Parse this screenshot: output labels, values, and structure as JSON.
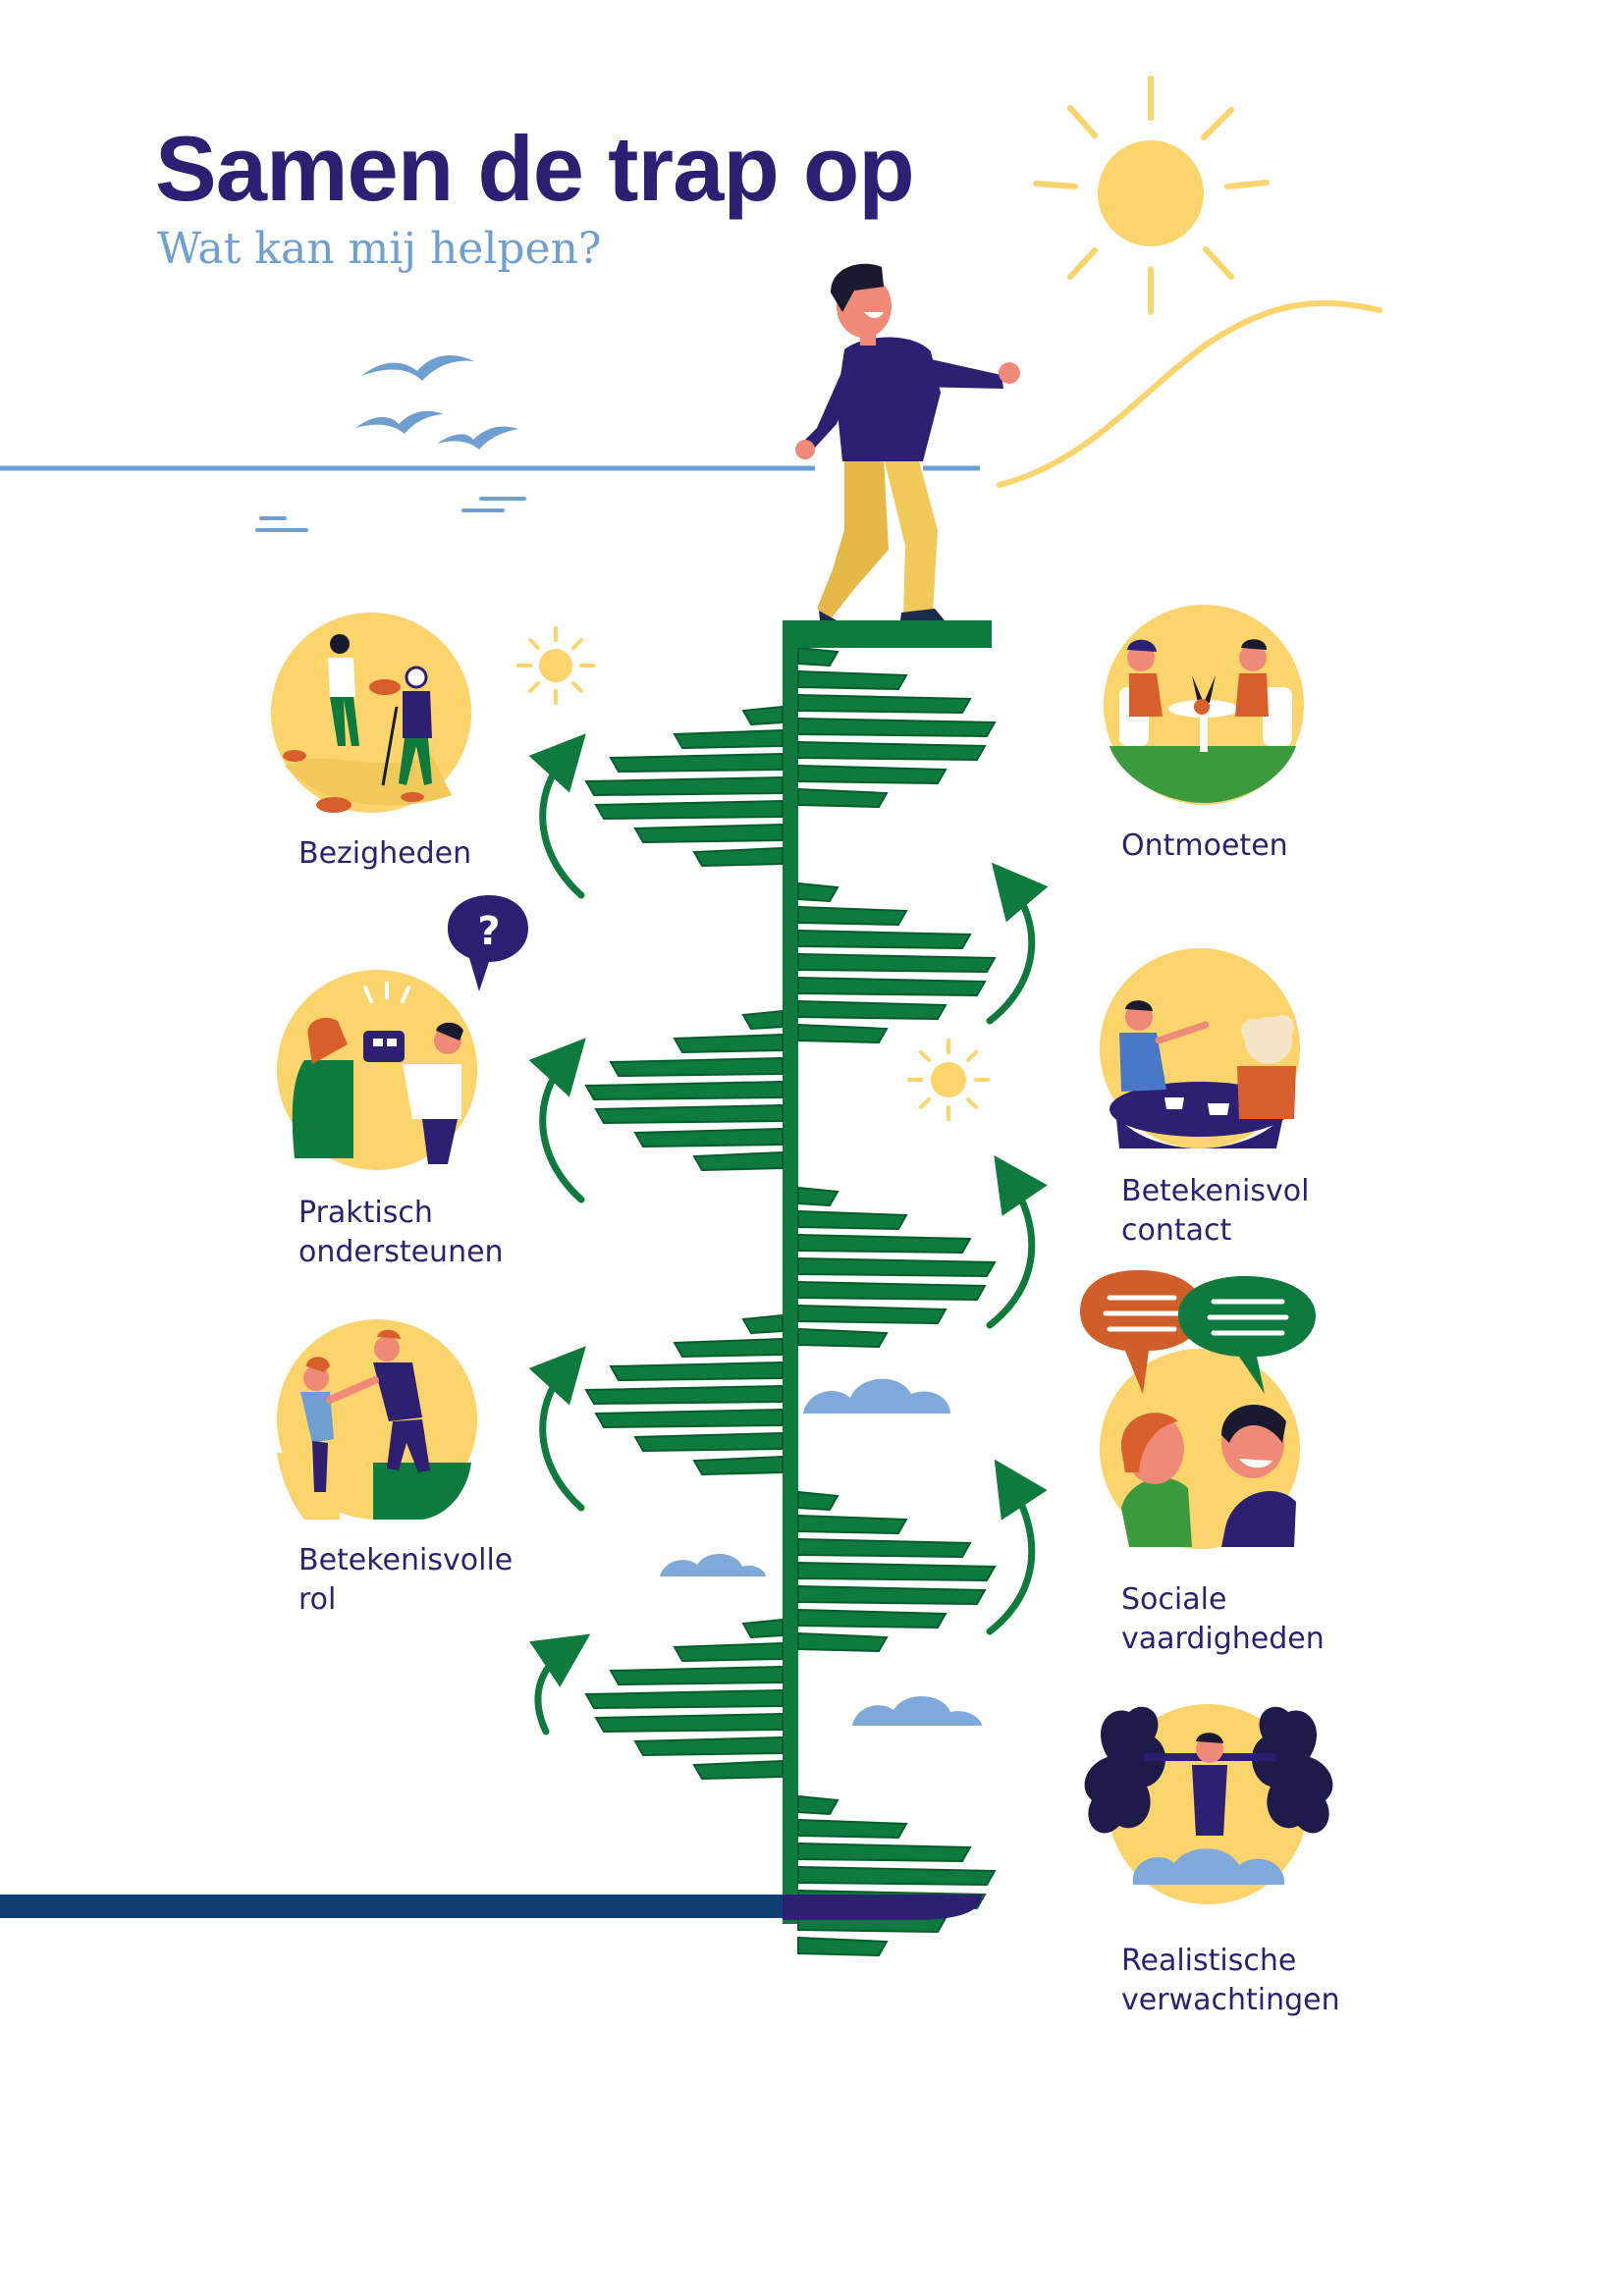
{
  "title": "Samen de trap op",
  "subtitle": "Wat kan mij helpen?",
  "left_items": [
    {
      "lines": [
        "Bezigheden"
      ]
    },
    {
      "lines": [
        "Praktisch",
        "ondersteunen"
      ]
    },
    {
      "lines": [
        "Betekenisvolle",
        "rol"
      ]
    }
  ],
  "right_items": [
    {
      "lines": [
        "Ontmoeten"
      ]
    },
    {
      "lines": [
        "Betekenisvol",
        "contact"
      ]
    },
    {
      "lines": [
        "Sociale",
        "vaardigheden"
      ]
    },
    {
      "lines": [
        "Realistische",
        "verwachtingen"
      ]
    }
  ],
  "bubble_question": "?",
  "colors": {
    "navy": "#2d1f72",
    "sky_blue": "#6f9fd0",
    "sun_yellow": "#fcd46c",
    "stair_green": "#0e7a3e",
    "stair_dark_green": "#075c2c",
    "ground_navy": "#123f73",
    "skin": "#f08a78",
    "orange": "#d85e2c"
  },
  "icons": [
    "sun-icon",
    "bird-icon",
    "cloud-icon",
    "arrow-up-icon",
    "speech-bubble-icon",
    "question-bubble-icon",
    "person-icon",
    "spiral-staircase-icon"
  ]
}
